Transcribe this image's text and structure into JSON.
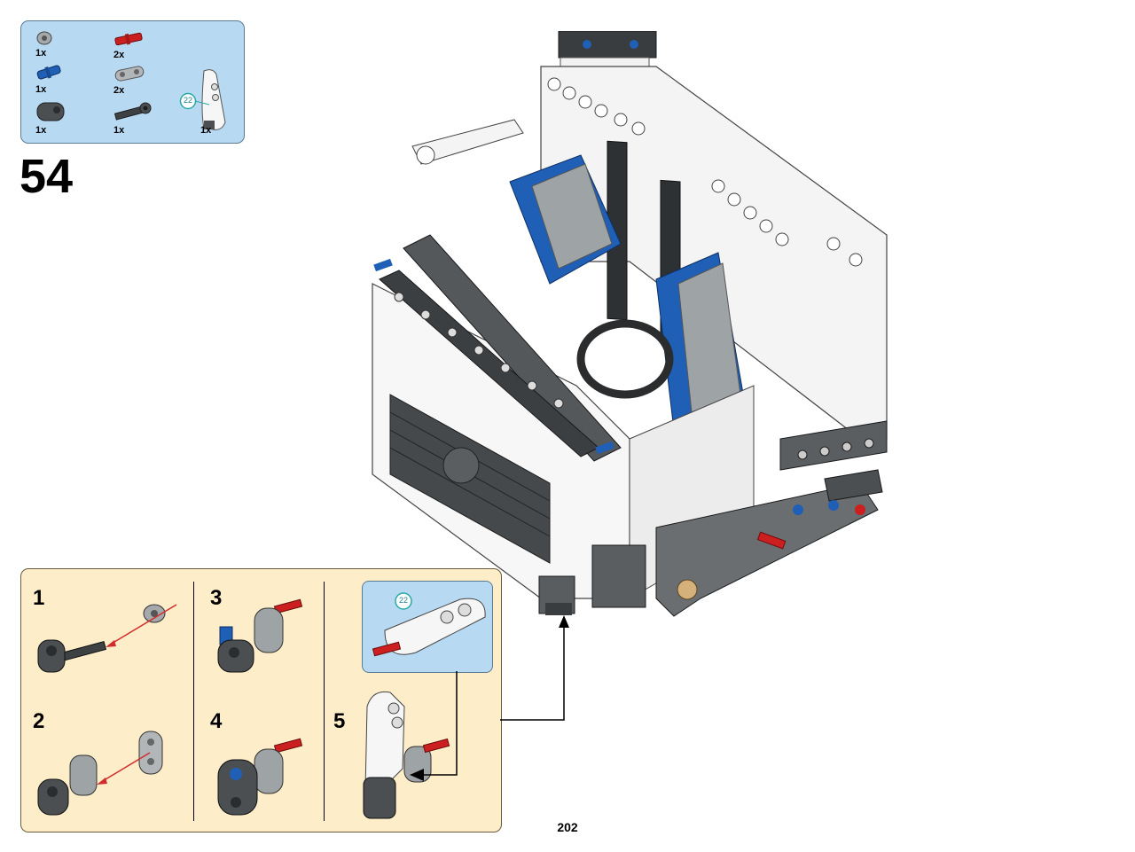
{
  "parts_list": {
    "items": [
      {
        "name": "bush",
        "qty": "1x"
      },
      {
        "name": "axle-pin-red",
        "qty": "2x"
      },
      {
        "name": "pin-blue",
        "qty": "1x"
      },
      {
        "name": "beam-grey",
        "qty": "2x"
      },
      {
        "name": "connector-dark-grey",
        "qty": "1x"
      },
      {
        "name": "axle-connector",
        "qty": "1x"
      },
      {
        "name": "subassembly-22",
        "qty": "1x"
      }
    ],
    "badge": "22"
  },
  "step": {
    "number": "54"
  },
  "substeps": [
    {
      "number": "1"
    },
    {
      "number": "2"
    },
    {
      "number": "3"
    },
    {
      "number": "4"
    },
    {
      "number": "5"
    }
  ],
  "callout": {
    "badge": "22"
  },
  "page": {
    "number": "202"
  },
  "colors": {
    "parts_box_bg": "#b8d9f2",
    "substep_box_bg": "#fdedc9",
    "lego_blue": "#1f5fb5",
    "lego_red": "#cc1f1f",
    "lego_dark_grey": "#4b4f52",
    "lego_light_grey": "#9ea3a6",
    "lego_white": "#f4f4f4"
  }
}
